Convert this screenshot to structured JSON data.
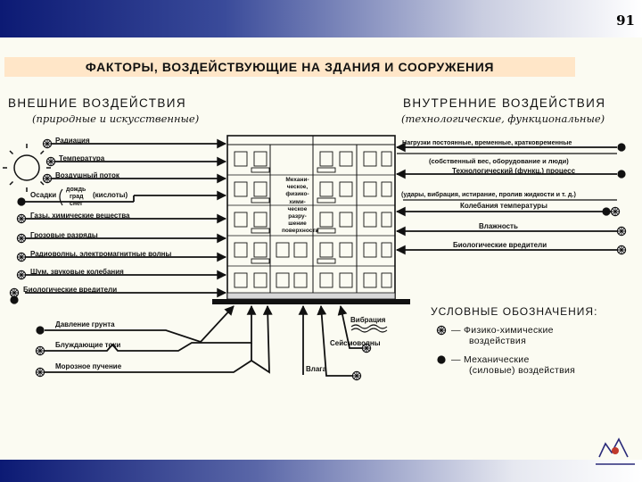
{
  "page_number": "91",
  "title": "ФАКТОРЫ, ВОЗДЕЙСТВУЮЩИЕ НА ЗДАНИЯ И СООРУЖЕНИЯ",
  "external": {
    "heading": "ВНЕШНИЕ ВОЗДЕЙСТВИЯ",
    "subheading": "(природные и искусственные)",
    "items": {
      "radiation": "Радиация",
      "temperature": "Температура",
      "air_flow": "Воздушный поток",
      "precip": "Осадки",
      "rain": "дождь",
      "hail": "град",
      "snow": "снег",
      "acids": "(кислоты)",
      "gases": "Газы, химические вещества",
      "thunder": "Грозовые разряды",
      "radio": "Радиоволны, электромагнитные волны",
      "noise": "Шум, звуковые колебания",
      "bio": "Биологические вредители"
    },
    "ground": {
      "pressure": "Давление грунта",
      "currents": "Блуждающие токи",
      "frost": "Морозное пучение",
      "moisture": "Влага",
      "seismic": "Сейсмоволны",
      "vibration": "Вибрация"
    },
    "building_note": [
      "Механи-",
      "ческое,",
      "физико-",
      "хими-",
      "ческое",
      "разру-",
      "шение",
      "поверхности"
    ]
  },
  "internal": {
    "heading": "ВНУТРЕННИЕ ВОЗДЕЙСТВИЯ",
    "subheading": "(технологические,  функциональные)",
    "items": {
      "loads": "Нагрузки постоянные, временные, кратковременные",
      "own_weight": "(собственный вес, оборудование и люди)",
      "process": "Технологический (функц.) процесс",
      "impacts": "(удары, вибрация, истирание, пролив жидкости и т. д.)",
      "temp_fluct": "Колебания температуры",
      "humidity": "Влажность",
      "bio": "Биологические вредители"
    }
  },
  "legend": {
    "title": "УСЛОВНЫЕ ОБОЗНАЧЕНИЯ:",
    "chem_line1": "— Физико-химические",
    "chem_line2": "воздействия",
    "mech_line1": "— Механические",
    "mech_line2": "(силовые) воздействия"
  },
  "colors": {
    "header_dark": "#0c1a74",
    "title_band": "#ffe6c8",
    "ink": "#111111",
    "paper": "#fbfbf2"
  }
}
